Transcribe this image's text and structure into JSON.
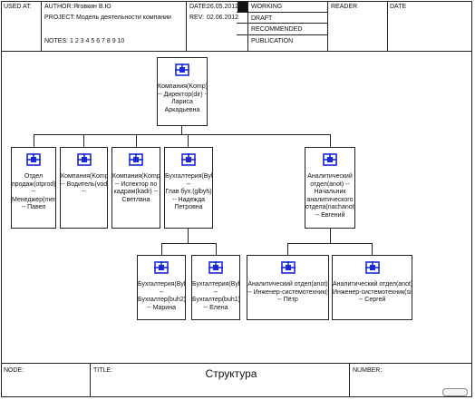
{
  "header": {
    "used_at": "USED AT:",
    "author_label": "AUTHOR:",
    "author": "Яговкин В.Ю",
    "project_label": "PROJECT:",
    "project": "Модель деятельности компании",
    "notes_label": "NOTES:",
    "notes": "1 2 3 4 5 6 7 8 9 10",
    "date_label": "DATE:",
    "date": "26.05.2012",
    "rev_label": "REV:",
    "rev": "02.06.2012",
    "statuses": [
      "WORKING",
      "DRAFT",
      "RECOMMENDED",
      "PUBLICATION"
    ],
    "reader": "READER",
    "date_col": "DATE"
  },
  "footer": {
    "node_label": "NODE:",
    "title_label": "TITLE:",
    "title": "Структура",
    "number_label": "NUMBER:"
  },
  "nodes": {
    "root": [
      "Компания(Komp)",
      "-- Директор(dir) --",
      "Лариса",
      "Аркадьевна"
    ],
    "sales": [
      "Отдел",
      "продаж(otprod)",
      "--",
      "Менеджер(men)",
      "-- Павел"
    ],
    "driver": [
      "Компания(Komp)",
      "-- Водитель(vod)",
      "--"
    ],
    "inspector": [
      "Компания(Komp)",
      "-- Испектор по",
      "кадрам(kadr) --",
      "Светлана"
    ],
    "accounting": [
      "Бухгалтерия(Byh)",
      "--",
      "Глав бух.(glbyh)",
      "-- Надежда",
      "Петровна"
    ],
    "analytics": [
      "Аналитический",
      "отдел(anot) --",
      "Начальник",
      "аналитического",
      "отдела(nachanot)",
      "-- Евгений"
    ],
    "acc1": [
      "Бухгалтерия(Byh)",
      "--",
      "Бухгалтер(buh2)",
      "-- Марина"
    ],
    "acc2": [
      "Бухгалтерия(Byh)",
      "--",
      "Бухгалтер(buh1)",
      "-- Елена"
    ],
    "an1": [
      "Аналитический отдел(anot)",
      "-- Инженер-системотехник(sis2)",
      "-- Пётр"
    ],
    "an2": [
      "Аналитический отдел(anot) --",
      "Инженер-системотехник(sis1)",
      "-- Сергей"
    ]
  }
}
